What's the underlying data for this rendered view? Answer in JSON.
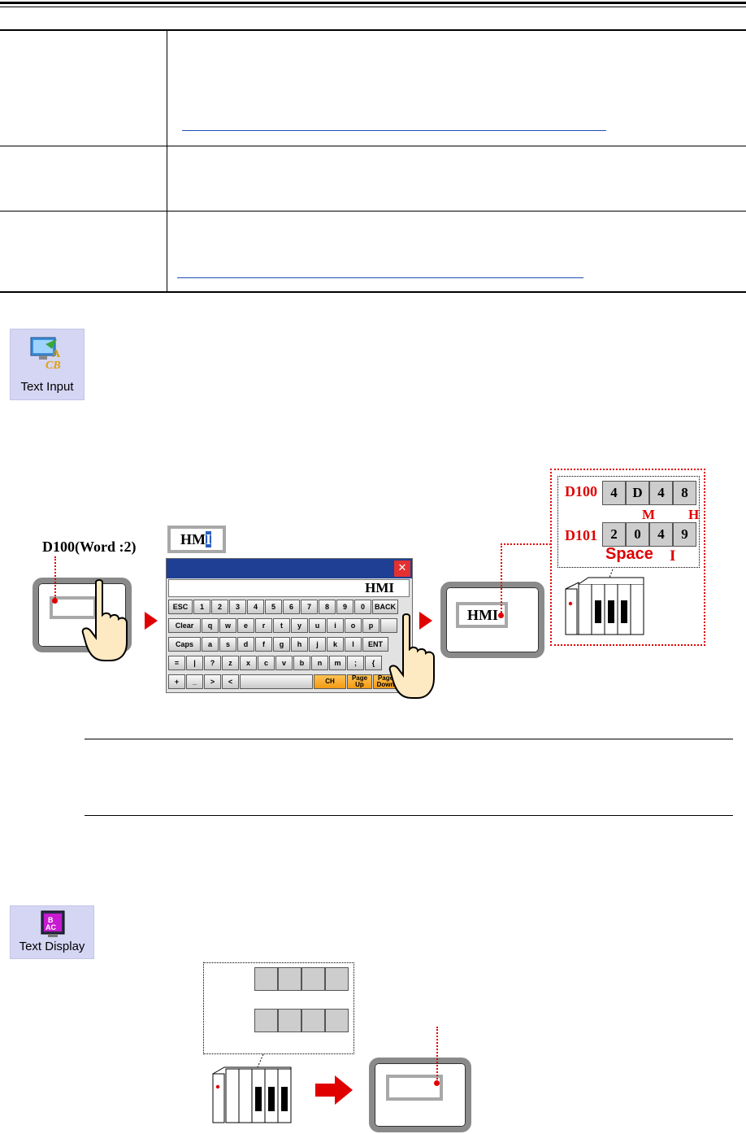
{
  "icons": {
    "text_input": {
      "label": "Text Input"
    },
    "text_display": {
      "label": "Text Display"
    }
  },
  "diagram": {
    "device_label": "D100(Word :2)",
    "entry_preview": "HM",
    "entry_preview_cursor": "I",
    "keyboard": {
      "entry_text": "HMI",
      "close_glyph": "✕",
      "row1": [
        "ESC",
        "1",
        "2",
        "3",
        "4",
        "5",
        "6",
        "7",
        "8",
        "9",
        "0",
        "BACK"
      ],
      "row2": [
        "Clear",
        "q",
        "w",
        "e",
        "r",
        "t",
        "y",
        "u",
        "i",
        "o",
        "p",
        ""
      ],
      "row3": [
        "Caps",
        "a",
        "s",
        "d",
        "f",
        "g",
        "h",
        "j",
        "k",
        "l",
        "ENT"
      ],
      "row4": [
        "=",
        "|",
        "?",
        "z",
        "x",
        "c",
        "v",
        "b",
        "n",
        "m",
        ";",
        "{"
      ],
      "row5": [
        "+",
        "_",
        ">",
        "<"
      ],
      "row5_special": [
        "CH",
        "Page Up",
        "Page Down"
      ]
    },
    "result_text": "HMI",
    "memory": {
      "row1_label": "D100",
      "row1_cells": [
        "4",
        "D",
        "4",
        "8"
      ],
      "row1_chars": [
        "M",
        "H"
      ],
      "row2_label": "D101",
      "row2_cells": [
        "2",
        "0",
        "4",
        "9"
      ],
      "row2_chars": [
        "Space",
        "I"
      ]
    }
  },
  "colors": {
    "accent_red": "#e00000",
    "keyboard_title": "#1e3f93",
    "key_orange": "#f39a14",
    "icon_bg": "#d5d5f4",
    "link_blue": "#1f4fb5"
  }
}
